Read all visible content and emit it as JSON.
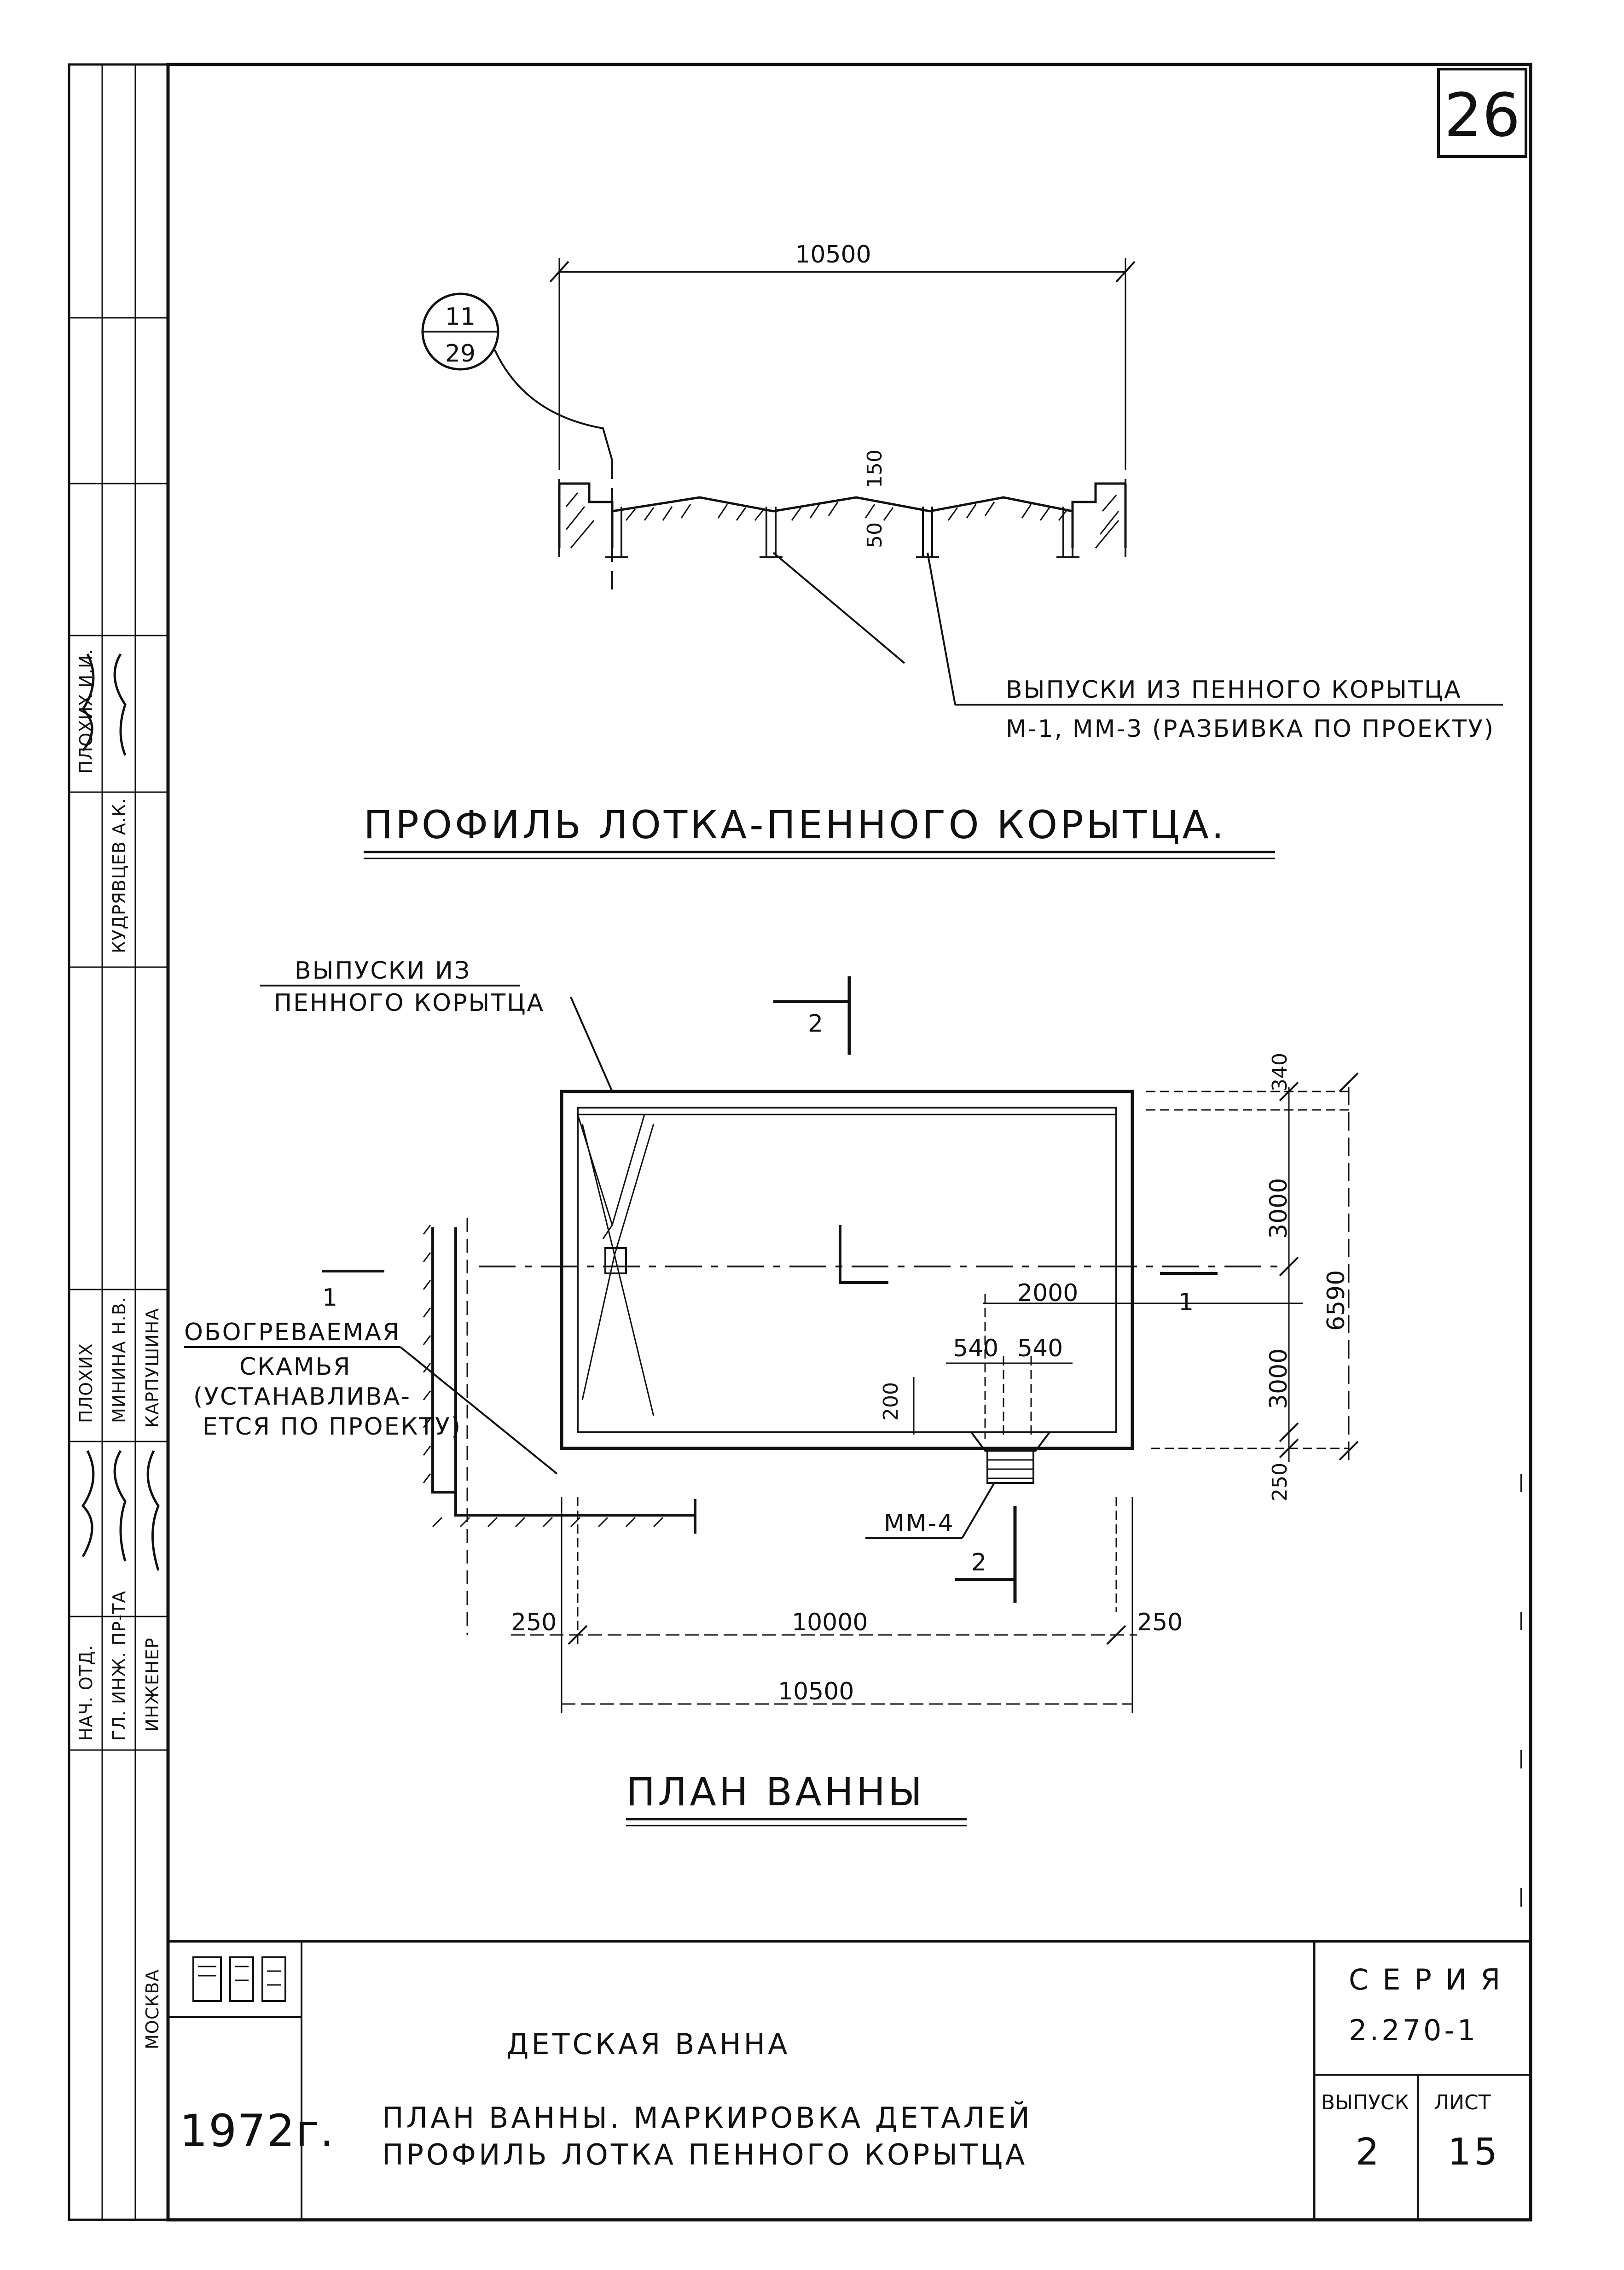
{
  "sheet_number": "26",
  "profile": {
    "overall_dim": "10500",
    "callout_top": "11",
    "callout_bottom": "29",
    "dim_150": "150",
    "dim_50": "50",
    "note_line1": "ВЫПУСКИ ИЗ ПЕННОГО КОРЫТЦА",
    "note_line2": "М-1, ММ-3 (РАЗБИВКА ПО ПРОЕКТУ)",
    "title": "ПРОФИЛЬ ЛОТКА-ПЕННОГО КОРЫТЦА."
  },
  "plan": {
    "note_outlets_line1": "ВЫПУСКИ ИЗ",
    "note_outlets_line2": "ПЕННОГО КОРЫТЦА",
    "section_2_top": "2",
    "section_2_bottom": "2",
    "section_1_left": "1",
    "section_1_right": "1",
    "bench_line1": "ОБОГРЕВАЕМАЯ",
    "bench_line2": "СКАМЬЯ",
    "bench_line3": "(УСТАНАВЛИВА-",
    "bench_line4": "ЕТСЯ ПО ПРОЕКТУ)",
    "dim_340": "340",
    "dim_3000_top": "3000",
    "dim_3000_bottom": "3000",
    "dim_6590": "6590",
    "dim_250_right": "250",
    "dim_2000": "2000",
    "dim_540a": "540",
    "dim_540b": "540",
    "dim_200": "200",
    "mm4_label": "ММ-4",
    "dim_250_left": "250",
    "dim_10000": "10000",
    "dim_250_right_bottom": "250",
    "dim_10500": "10500",
    "title": "ПЛАН ВАННЫ"
  },
  "title_block": {
    "year": "1972г.",
    "name": "ДЕТСКАЯ ВАННА",
    "subtitle_line1": "ПЛАН ВАННЫ. МАРКИРОВКА ДЕТАЛЕЙ",
    "subtitle_line2": "ПРОФИЛЬ ЛОТКА ПЕННОГО КОРЫТЦА",
    "series_label": "СЕРИЯ",
    "series_value": "2.270-1",
    "issue_label": "ВЫПУСК",
    "issue_value": "2",
    "sheet_label": "ЛИСТ",
    "sheet_value": "15"
  },
  "side_stamp": {
    "city": "МОСКВА",
    "role_engineer": "ИНЖЕНЕР",
    "role_chief_project": "ГЛ. ИНЖ. ПР-ТА",
    "role_chief_dept": "НАЧ. ОТД.",
    "name_karpushina": "КАРПУШИНА",
    "name_minina": "МИНИНА Н.В.",
    "name_plokhikh": "ПЛОХИХ",
    "name_kudryavtsev": "КУДРЯВЦЕВ А.К.",
    "name_plokhikh_ik": "ПЛОХИХ И.И."
  }
}
